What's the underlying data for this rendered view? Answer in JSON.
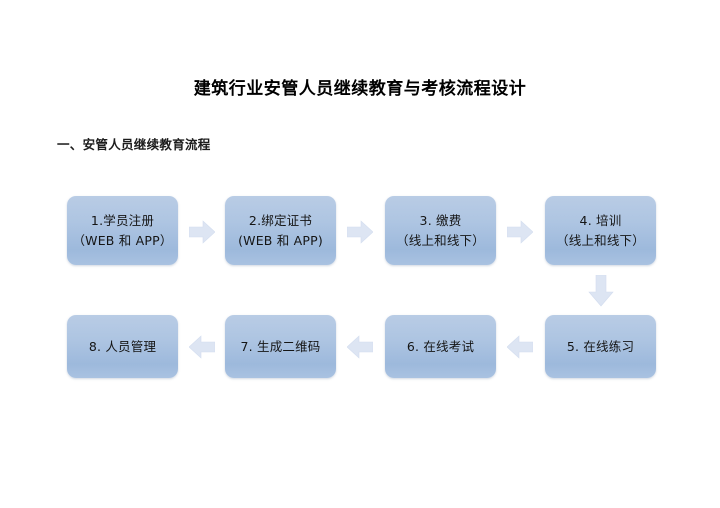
{
  "document": {
    "title": "建筑行业安管人员继续教育与考核流程设计",
    "section_heading": "一、安管人员继续教育流程",
    "background_color": "#ffffff",
    "text_color": "#151515"
  },
  "diagram": {
    "type": "flowchart",
    "node_fill_top": "#b9cce5",
    "node_fill_bottom": "#9db9dc",
    "arrow_color": "#dae3f2",
    "nodes": [
      {
        "id": "n1",
        "line1": "1.学员注册",
        "line2": "（WEB 和 APP）"
      },
      {
        "id": "n2",
        "line1": "2.绑定证书",
        "line2": "(WEB 和 APP)"
      },
      {
        "id": "n3",
        "line1": "3. 缴费",
        "line2": "（线上和线下）"
      },
      {
        "id": "n4",
        "line1": "4. 培训",
        "line2": "（线上和线下）"
      },
      {
        "id": "n5",
        "line1": "5. 在线练习",
        "line2": ""
      },
      {
        "id": "n6",
        "line1": "6. 在线考试",
        "line2": ""
      },
      {
        "id": "n7",
        "line1": "7. 生成二维码",
        "line2": ""
      },
      {
        "id": "n8",
        "line1": "8. 人员管理",
        "line2": ""
      }
    ],
    "connectors": [
      {
        "id": "a1",
        "from": "n1",
        "to": "n2",
        "direction": "right"
      },
      {
        "id": "a2",
        "from": "n2",
        "to": "n3",
        "direction": "right"
      },
      {
        "id": "a3",
        "from": "n3",
        "to": "n4",
        "direction": "right"
      },
      {
        "id": "a4",
        "from": "n4",
        "to": "n5",
        "direction": "down"
      },
      {
        "id": "a5",
        "from": "n5",
        "to": "n6",
        "direction": "left"
      },
      {
        "id": "a6",
        "from": "n6",
        "to": "n7",
        "direction": "left"
      },
      {
        "id": "a7",
        "from": "n7",
        "to": "n8",
        "direction": "left"
      }
    ]
  }
}
